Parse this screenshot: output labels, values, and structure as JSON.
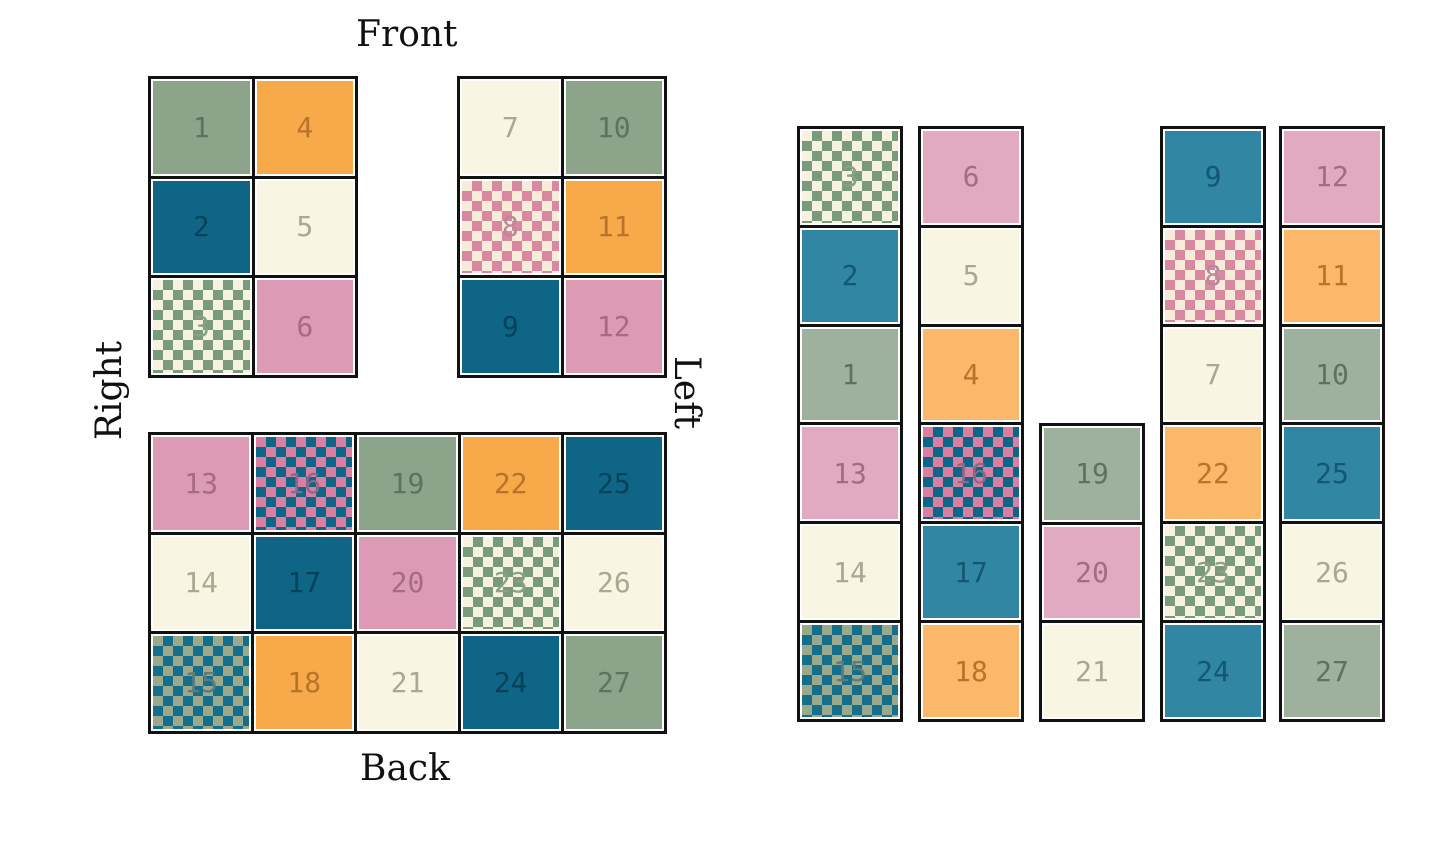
{
  "labels": {
    "front": "Front",
    "back": "Back",
    "right": "Right",
    "left": "Left"
  },
  "colors": {
    "sage": "#8ba48a",
    "orange": "#f8a94a",
    "cream": "#f8f6e3",
    "teal": "#0f6586",
    "pink": "#dc9ab4"
  },
  "block_a": [
    {
      "n": "1",
      "c": "sage"
    },
    {
      "n": "4",
      "c": "orange"
    },
    {
      "n": "2",
      "c": "teal"
    },
    {
      "n": "5",
      "c": "cream"
    },
    {
      "n": "3",
      "c": "chk-sage"
    },
    {
      "n": "6",
      "c": "pink"
    }
  ],
  "block_b": [
    {
      "n": "7",
      "c": "cream"
    },
    {
      "n": "10",
      "c": "sage"
    },
    {
      "n": "8",
      "c": "chk-pink"
    },
    {
      "n": "11",
      "c": "orange"
    },
    {
      "n": "9",
      "c": "teal"
    },
    {
      "n": "12",
      "c": "pink"
    }
  ],
  "block_c": [
    {
      "n": "13",
      "c": "pink"
    },
    {
      "n": "16",
      "c": "chk-tp"
    },
    {
      "n": "19",
      "c": "sage"
    },
    {
      "n": "22",
      "c": "orange"
    },
    {
      "n": "25",
      "c": "teal"
    },
    {
      "n": "14",
      "c": "cream"
    },
    {
      "n": "17",
      "c": "teal"
    },
    {
      "n": "20",
      "c": "pink"
    },
    {
      "n": "23",
      "c": "chk-sage"
    },
    {
      "n": "26",
      "c": "cream"
    },
    {
      "n": "15",
      "c": "chk-ts"
    },
    {
      "n": "18",
      "c": "orange"
    },
    {
      "n": "21",
      "c": "cream"
    },
    {
      "n": "24",
      "c": "teal"
    },
    {
      "n": "27",
      "c": "sage"
    }
  ],
  "strips": [
    [
      {
        "n": "3",
        "c": "chk-sage"
      },
      {
        "n": "2",
        "c": "teal"
      },
      {
        "n": "1",
        "c": "sage"
      },
      {
        "n": "13",
        "c": "pink"
      },
      {
        "n": "14",
        "c": "cream"
      },
      {
        "n": "15",
        "c": "chk-ts"
      }
    ],
    [
      {
        "n": "6",
        "c": "pink"
      },
      {
        "n": "5",
        "c": "cream"
      },
      {
        "n": "4",
        "c": "orange"
      },
      {
        "n": "16",
        "c": "chk-tp"
      },
      {
        "n": "17",
        "c": "teal"
      },
      {
        "n": "18",
        "c": "orange"
      }
    ],
    [
      {
        "n": "19",
        "c": "sage"
      },
      {
        "n": "20",
        "c": "pink"
      },
      {
        "n": "21",
        "c": "cream"
      }
    ],
    [
      {
        "n": "9",
        "c": "teal"
      },
      {
        "n": "8",
        "c": "chk-pink"
      },
      {
        "n": "7",
        "c": "cream"
      },
      {
        "n": "22",
        "c": "orange"
      },
      {
        "n": "23",
        "c": "chk-sage"
      },
      {
        "n": "24",
        "c": "teal"
      }
    ],
    [
      {
        "n": "12",
        "c": "pink"
      },
      {
        "n": "11",
        "c": "orange"
      },
      {
        "n": "10",
        "c": "sage"
      },
      {
        "n": "25",
        "c": "teal"
      },
      {
        "n": "26",
        "c": "cream"
      },
      {
        "n": "27",
        "c": "sage"
      }
    ]
  ]
}
